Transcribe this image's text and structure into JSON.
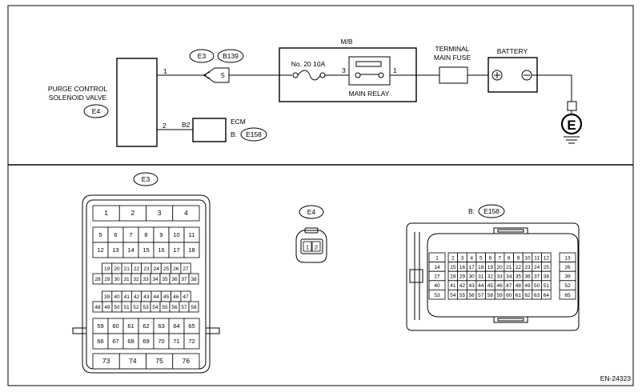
{
  "footer_code": "EN-24323",
  "schematic": {
    "solenoid": {
      "title_line1": "PURGE CONTROL",
      "title_line2": "SOLENOID VALVE",
      "tag": "E4",
      "pin_top": "1",
      "pin_bottom": "2"
    },
    "connector_e3": "E3",
    "connector_b139": "B139",
    "joint_pin": "5",
    "mb": {
      "label": "M/B",
      "fuse_text": "No. 20   10A",
      "relay_pin_left": "3",
      "relay_pin_right": "1",
      "relay_label": "MAIN RELAY"
    },
    "terminal_fuse": {
      "line1": "TERMINAL",
      "line2": "MAIN FUSE"
    },
    "battery": {
      "label": "BATTERY"
    },
    "ground": {
      "label": "E"
    },
    "ecm": {
      "label": "ECM",
      "pin": "B2",
      "connector_prefix": "B:",
      "connector_tag": "E158"
    }
  },
  "connectors": {
    "e3": {
      "tag": "E3",
      "row_top": [
        "1",
        "2",
        "3",
        "4"
      ],
      "row_a": [
        "5",
        "6",
        "7",
        "8",
        "9",
        "10",
        "11"
      ],
      "row_b": [
        "12",
        "13",
        "14",
        "15",
        "16",
        "17",
        "18"
      ],
      "row_c": [
        "19",
        "20",
        "21",
        "22",
        "23",
        "24",
        "25",
        "26",
        "27"
      ],
      "row_d": [
        "28",
        "29",
        "30",
        "31",
        "32",
        "33",
        "34",
        "35",
        "36",
        "37",
        "38"
      ],
      "row_e": [
        "39",
        "40",
        "41",
        "42",
        "43",
        "44",
        "45",
        "46",
        "47"
      ],
      "row_f": [
        "48",
        "49",
        "50",
        "51",
        "52",
        "53",
        "54",
        "55",
        "56",
        "57",
        "58"
      ],
      "row_g": [
        "59",
        "60",
        "61",
        "62",
        "63",
        "64",
        "65"
      ],
      "row_h": [
        "66",
        "67",
        "68",
        "69",
        "70",
        "71",
        "72"
      ],
      "row_bottom": [
        "73",
        "74",
        "75",
        "76"
      ]
    },
    "e4": {
      "tag": "E4",
      "pins": [
        "1",
        "2"
      ]
    },
    "e158": {
      "prefix": "B:",
      "tag": "E158",
      "rows": [
        [
          "1",
          "2",
          "3",
          "4",
          "5",
          "6",
          "7",
          "8",
          "9",
          "10",
          "11",
          "12",
          "13"
        ],
        [
          "14",
          "15",
          "16",
          "17",
          "18",
          "19",
          "20",
          "21",
          "22",
          "23",
          "24",
          "25",
          "26"
        ],
        [
          "27",
          "28",
          "29",
          "30",
          "31",
          "32",
          "33",
          "34",
          "35",
          "36",
          "37",
          "38",
          "39"
        ],
        [
          "40",
          "41",
          "42",
          "43",
          "44",
          "45",
          "46",
          "47",
          "48",
          "49",
          "50",
          "51",
          "52"
        ],
        [
          "53",
          "54",
          "55",
          "56",
          "57",
          "58",
          "59",
          "60",
          "61",
          "62",
          "63",
          "64",
          "65"
        ]
      ]
    }
  }
}
